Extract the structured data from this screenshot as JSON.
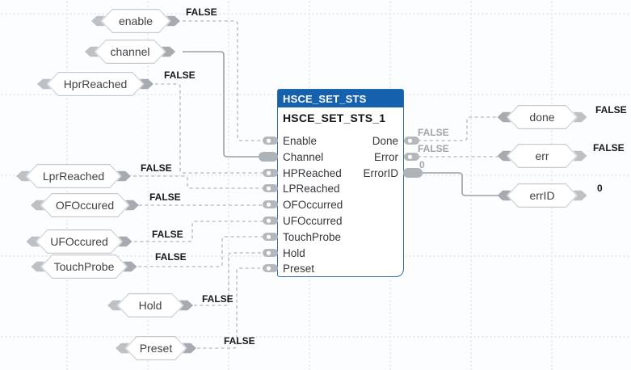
{
  "block": {
    "title": "HSCE_SET_STS",
    "instance": "HSCE_SET_STS_1",
    "inputs": [
      "Enable",
      "Channel",
      "HPReached",
      "LPReached",
      "OFOccurred",
      "UFOccurred",
      "TouchProbe",
      "Hold",
      "Preset"
    ],
    "outputs": [
      "Done",
      "Error",
      "ErrorID"
    ],
    "output_values": {
      "done": "FALSE",
      "error": "FALSE",
      "error_id": "0"
    }
  },
  "tags": {
    "enable": {
      "label": "enable",
      "value": "FALSE"
    },
    "channel": {
      "label": "channel"
    },
    "hpr": {
      "label": "HprReached",
      "value": "FALSE"
    },
    "lpr": {
      "label": "LprReached",
      "value": "FALSE"
    },
    "of": {
      "label": "OFOccured",
      "value": "FALSE"
    },
    "uf": {
      "label": "UFOccured",
      "value": "FALSE"
    },
    "tp": {
      "label": "TouchProbe",
      "value": "FALSE"
    },
    "hold": {
      "label": "Hold",
      "value": "FALSE"
    },
    "preset": {
      "label": "Preset",
      "value": "FALSE"
    },
    "done": {
      "label": "done",
      "value": "FALSE"
    },
    "err": {
      "label": "err",
      "value": "FALSE"
    },
    "errid": {
      "label": "errID",
      "value": "0"
    }
  },
  "colors": {
    "block_header": "#1661ae",
    "block_border": "#2e6dad",
    "wire_solid": "#9ba1a7",
    "wire_dashed": "#bfc4c9",
    "port_gray": "#b3b8bd"
  }
}
